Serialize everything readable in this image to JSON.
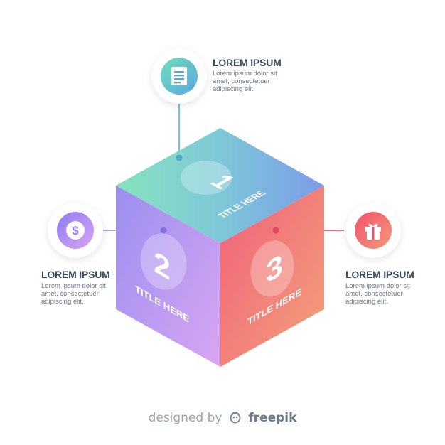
{
  "cube": {
    "faces": [
      {
        "number": "1",
        "label": "TITLE HERE",
        "face": "top"
      },
      {
        "number": "2",
        "label": "TITLE HERE",
        "face": "left"
      },
      {
        "number": "3",
        "label": "TITLE HERE",
        "face": "right"
      }
    ]
  },
  "callouts": [
    {
      "title": "LOREM IPSUM",
      "text": "Lorem ipsum dolor sit amet, consectetuer adipiscing elit.",
      "icon": "document-icon",
      "color": "#4fb8d8"
    },
    {
      "title": "LOREM IPSUM",
      "text": "Lorem ipsum dolor sit amet, consectetuer adipiscing elit.",
      "icon": "dollar-coin-icon",
      "color": "#9b7cf0"
    },
    {
      "title": "LOREM IPSUM",
      "text": "Lorem ipsum dolor sit amet, consectetuer adipiscing elit.",
      "icon": "gift-icon",
      "color": "#f0566a"
    }
  ],
  "footer": {
    "prefix": "designed by",
    "brand": "freepik"
  }
}
